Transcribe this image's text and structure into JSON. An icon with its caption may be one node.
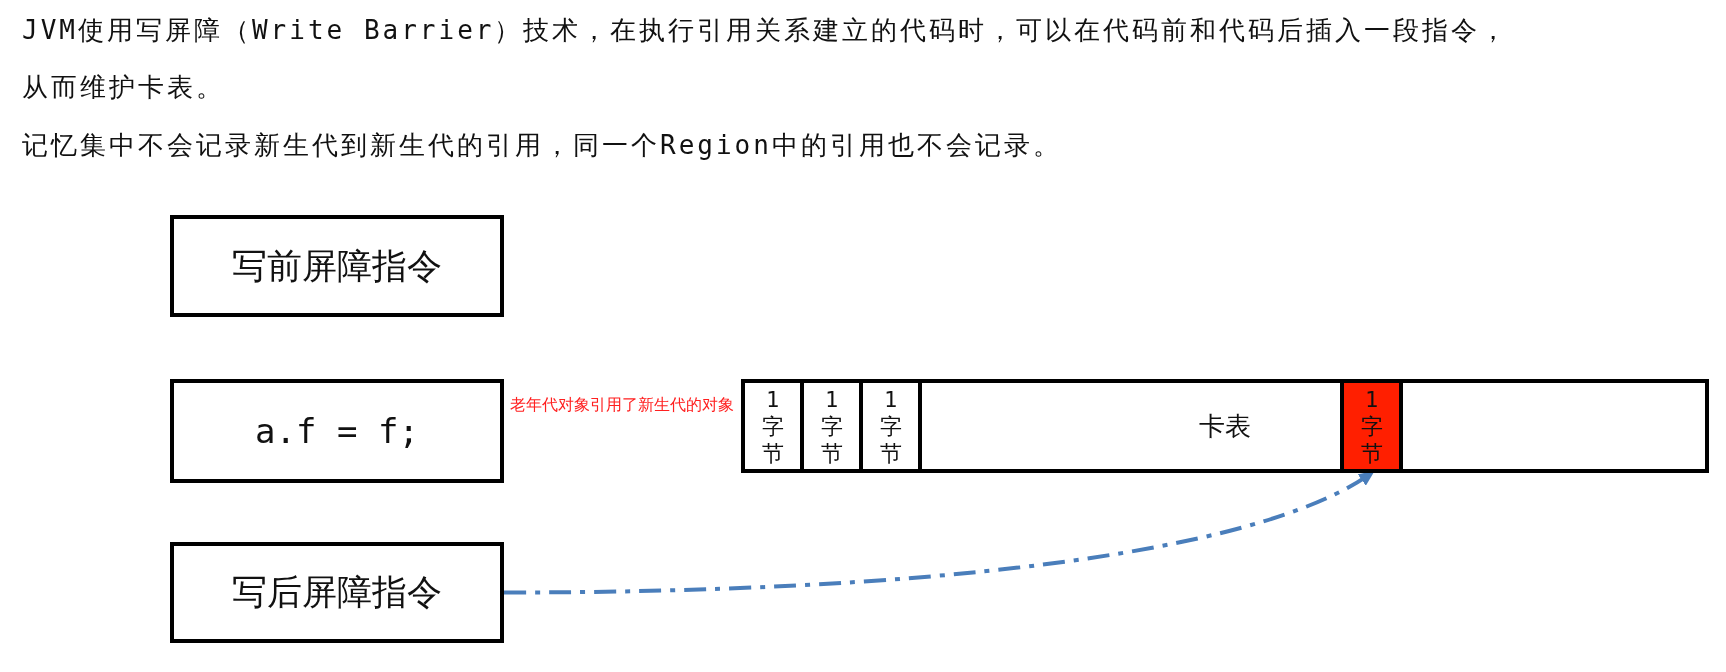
{
  "diagram": {
    "nodes": [
      {
        "text": [
          "写前屏障指令"
        ]
      },
      {
        "text": [
          "a.f = f;"
        ],
        "beside": [
          "老年代对象引用了新生代的对象"
        ]
      },
      {
        "text": [
          "卡表"
        ]
      },
      {
        "text": [
          "1字节"
        ],
        "in": 2
      },
      {
        "text": [
          "1字节"
        ],
        "in": 2
      },
      {
        "text": [
          "1字节"
        ],
        "in": 2
      },
      {
        "text": [
          "1字节"
        ],
        "in": 2
      },
      {
        "text": [
          "写后屏障指令"
        ]
      }
    ],
    "edges": [
      {
        "from": 7,
        "to": 6,
        "arrow": "to",
        "style": "dashed",
        "color": "#4a7ebb"
      }
    ],
    "labels": [
      "JVM使用写屏障（Write Barrier）技术，在执行引用关系建立的代码时，可以在代码前和代码后插入一段指令，从而维护卡表。",
      "记忆集中不会记录新生代到新生代的引用，同一个Region中的引用也不会记录。"
    ]
  }
}
